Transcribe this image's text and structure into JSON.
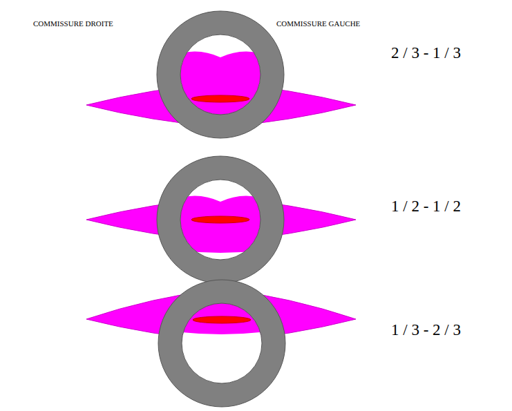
{
  "diagram": {
    "labels": [
      "COMMISSURE DROITE",
      "COMMISSURE GAUCHE",
      "2 / 3 - 1 / 3",
      "1 / 2 - 1 / 2",
      "1 / 3 - 2 / 3"
    ]
  }
}
